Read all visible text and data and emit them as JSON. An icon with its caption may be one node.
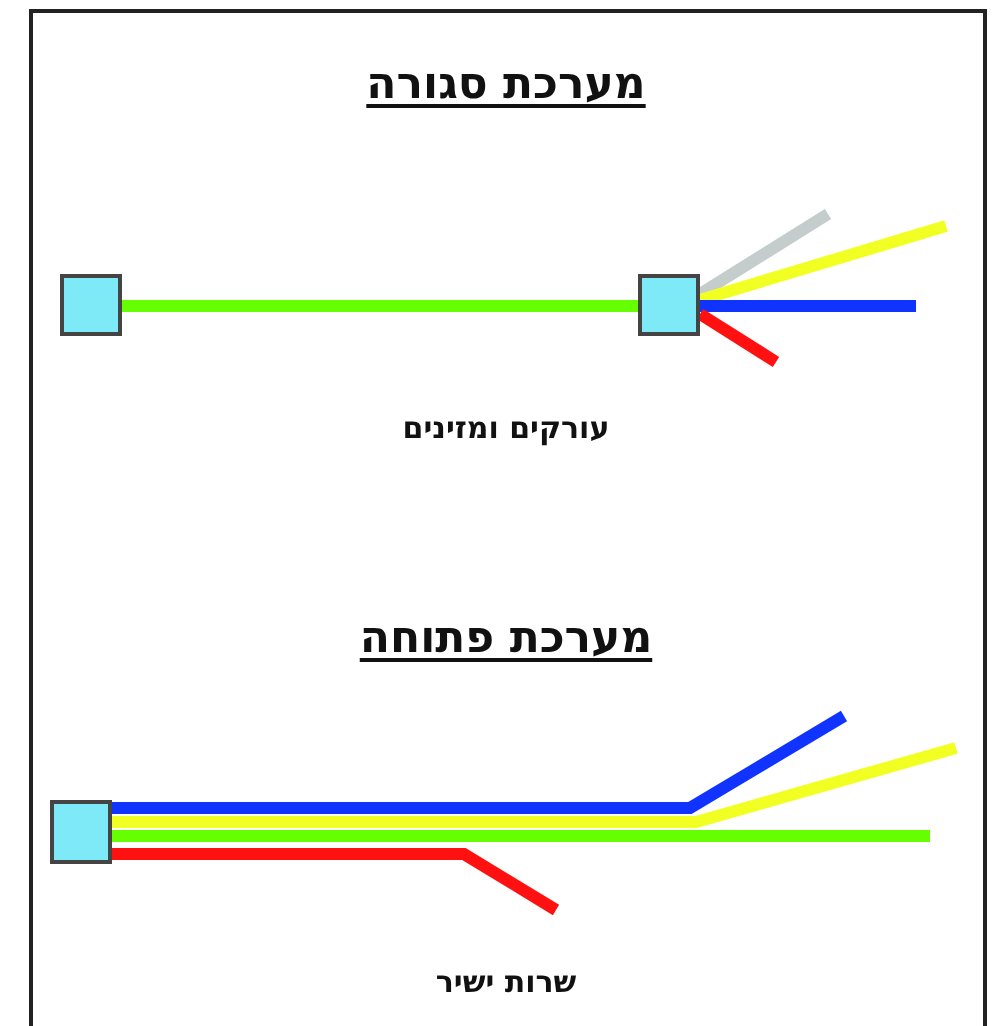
{
  "diagram": {
    "nodes": [
      {
        "text": [],
        "shape": "box"
      },
      {
        "text": [],
        "shape": "box"
      },
      {
        "text": [],
        "shape": "box"
      }
    ],
    "edges": [
      {
        "from": 0,
        "to": 1,
        "arrow": "none",
        "color": "#66ff00"
      },
      {
        "from": 1,
        "to": null,
        "arrow": "none",
        "color": "#c4cccc"
      },
      {
        "from": 1,
        "to": null,
        "arrow": "none",
        "color": "#f2ff22"
      },
      {
        "from": 1,
        "to": null,
        "arrow": "none",
        "color": "#1133ff"
      },
      {
        "from": 1,
        "to": null,
        "arrow": "none",
        "color": "#ff1111"
      },
      {
        "from": 2,
        "to": null,
        "arrow": "none",
        "color": "#1133ff"
      },
      {
        "from": 2,
        "to": null,
        "arrow": "none",
        "color": "#f2ff22"
      },
      {
        "from": 2,
        "to": null,
        "arrow": "none",
        "color": "#66ff00"
      },
      {
        "from": 2,
        "to": null,
        "arrow": "none",
        "color": "#ff1111"
      }
    ],
    "labels": [
      "מערכת סגורה",
      "עורקים ומזינים",
      "מערכת פתוחה",
      "שרות ישיר"
    ]
  }
}
